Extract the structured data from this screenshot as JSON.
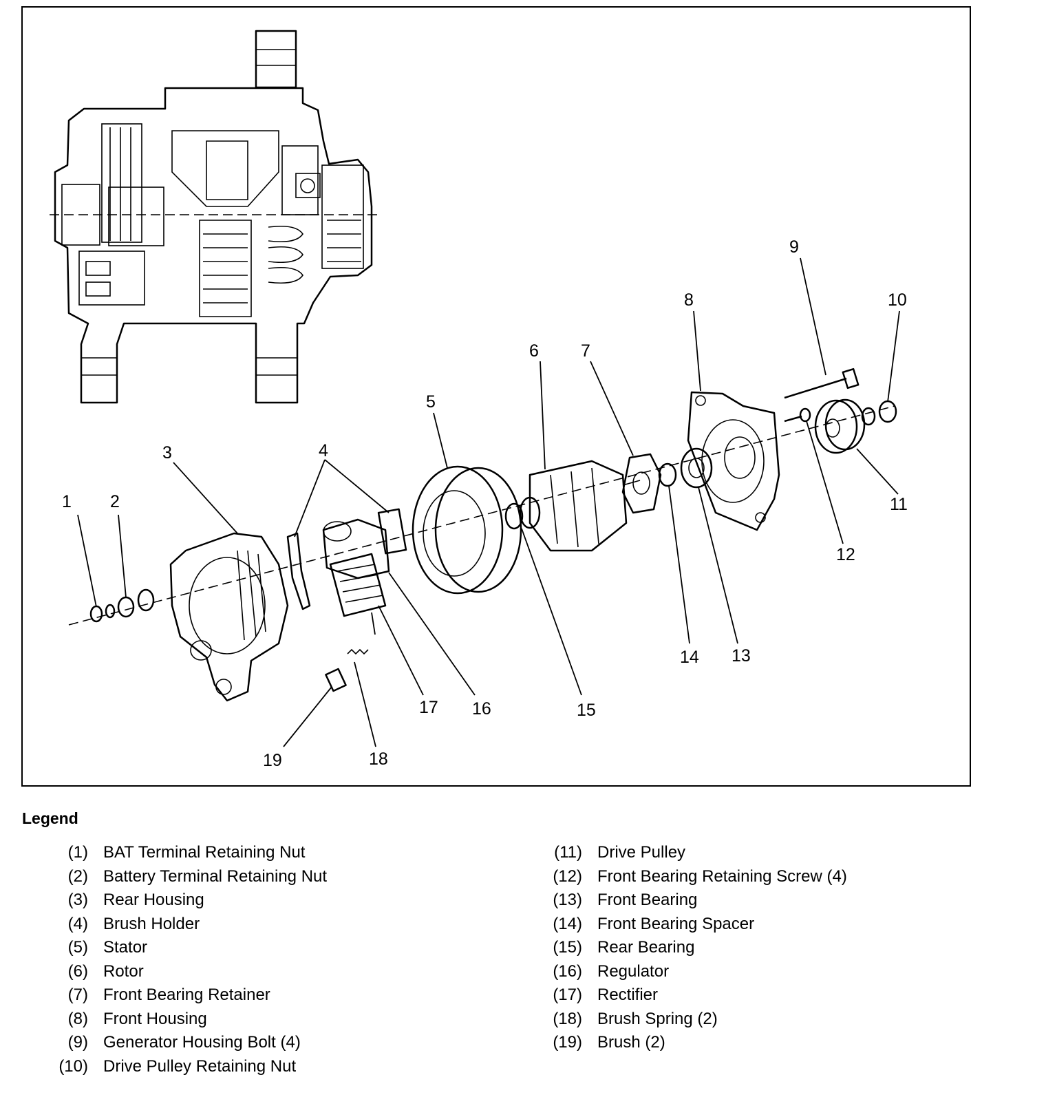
{
  "callouts": [
    "1",
    "2",
    "3",
    "4",
    "5",
    "6",
    "7",
    "8",
    "9",
    "10",
    "11",
    "12",
    "13",
    "14",
    "15",
    "16",
    "17",
    "18",
    "19"
  ],
  "legend": {
    "title": "Legend",
    "left": [
      {
        "num": "(1)",
        "label": "BAT Terminal Retaining Nut"
      },
      {
        "num": "(2)",
        "label": "Battery Terminal Retaining Nut"
      },
      {
        "num": "(3)",
        "label": "Rear Housing"
      },
      {
        "num": "(4)",
        "label": "Brush Holder"
      },
      {
        "num": "(5)",
        "label": "Stator"
      },
      {
        "num": "(6)",
        "label": "Rotor"
      },
      {
        "num": "(7)",
        "label": "Front Bearing Retainer"
      },
      {
        "num": "(8)",
        "label": "Front Housing"
      },
      {
        "num": "(9)",
        "label": "Generator Housing Bolt (4)"
      },
      {
        "num": "(10)",
        "label": "Drive Pulley Retaining Nut"
      }
    ],
    "right": [
      {
        "num": "(11)",
        "label": "Drive Pulley"
      },
      {
        "num": "(12)",
        "label": "Front Bearing Retaining Screw (4)"
      },
      {
        "num": "(13)",
        "label": "Front Bearing"
      },
      {
        "num": "(14)",
        "label": "Front Bearing Spacer"
      },
      {
        "num": "(15)",
        "label": "Rear Bearing"
      },
      {
        "num": "(16)",
        "label": "Regulator"
      },
      {
        "num": "(17)",
        "label": "Rectifier"
      },
      {
        "num": "(18)",
        "label": "Brush Spring (2)"
      },
      {
        "num": "(19)",
        "label": "Brush (2)"
      }
    ]
  }
}
